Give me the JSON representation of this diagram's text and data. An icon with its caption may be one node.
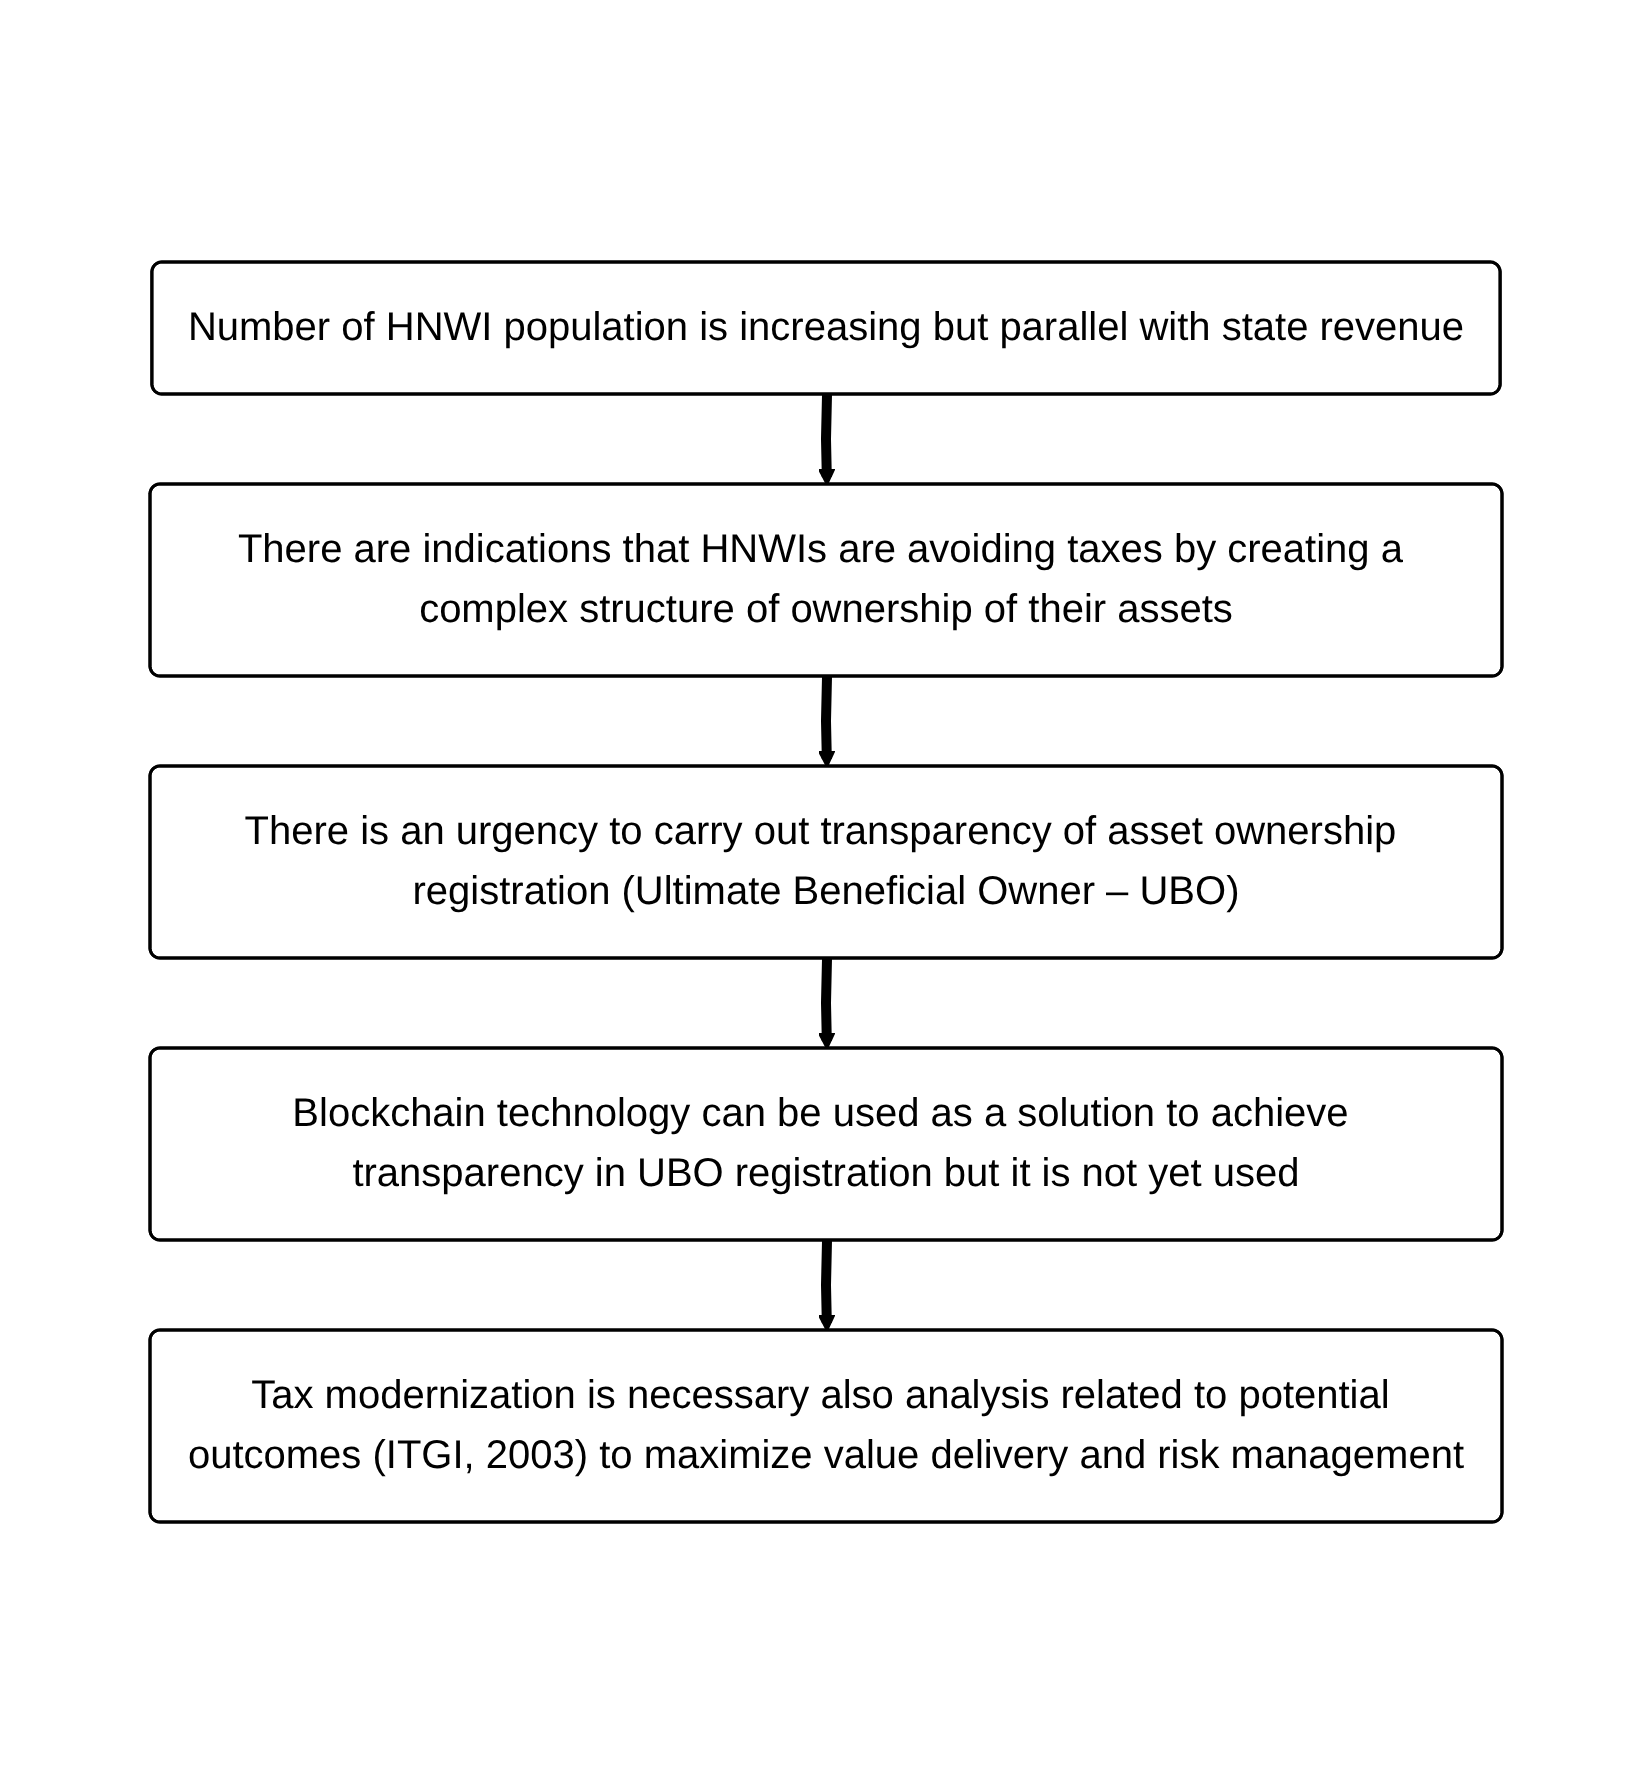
{
  "diagram": {
    "nodes": [
      {
        "text": [
          "Number of HNWI population is increasing but parallel with state revenue"
        ]
      },
      {
        "text": [
          "There are indications that HNWIs are avoiding taxes by creating a complex structure of ownership of their assets"
        ]
      },
      {
        "text": [
          "There is an urgency to carry out transparency of asset ownership registration (Ultimate Beneficial Owner – UBO)"
        ]
      },
      {
        "text": [
          "Blockchain technology can be used as a solution to achieve transparency in UBO registration but it is not yet used"
        ]
      },
      {
        "text": [
          "Tax modernization is necessary also analysis related to potential outcomes (ITGI, 2003) to maximize value delivery and risk management"
        ]
      }
    ],
    "edges": [
      {
        "from": 0,
        "to": 1,
        "arrow": "to"
      },
      {
        "from": 1,
        "to": 2,
        "arrow": "to"
      },
      {
        "from": 2,
        "to": 3,
        "arrow": "to"
      },
      {
        "from": 3,
        "to": 4,
        "arrow": "to"
      }
    ]
  }
}
